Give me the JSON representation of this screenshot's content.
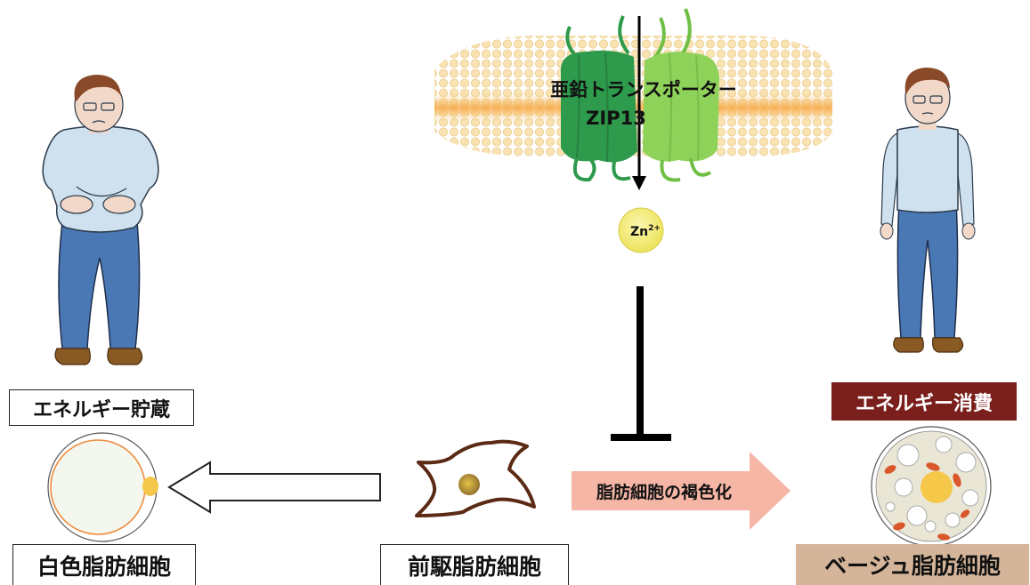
{
  "transporter": {
    "label_line1": "亜鉛トランスポーター",
    "label_line2": "ZIP13",
    "ion_base": "Zn",
    "ion_charge": "2+"
  },
  "labels": {
    "energy_storage": "エネルギー貯蔵",
    "energy_expenditure": "エネルギー消費",
    "white_adipocyte": "白色脂肪細胞",
    "preadipocyte": "前駆脂肪細胞",
    "browning": "脂肪細胞の褐色化",
    "beige_adipocyte": "ベージュ脂肪細胞"
  },
  "colors": {
    "membrane": "#f6d79a",
    "membrane_core": "#f5a53e",
    "zip13_dark": "#2e9a4c",
    "zip13_light": "#8ed25a",
    "zinc": "#f2ea6a",
    "energy_expenditure_bg": "#7a1f1b",
    "beige_label_bg": "#d4b59a",
    "browning_arrow": "#f6b6a6",
    "shirt": "#cfe0ef",
    "pants": "#4a78b5",
    "hair": "#8a4a2a",
    "shoes": "#8a5a24"
  },
  "icons": {
    "person_left": "overweight-person-icon",
    "person_right": "slim-person-icon",
    "white_cell": "white-adipocyte-icon",
    "preadipocyte_cell": "preadipocyte-icon",
    "beige_cell": "beige-adipocyte-icon"
  }
}
